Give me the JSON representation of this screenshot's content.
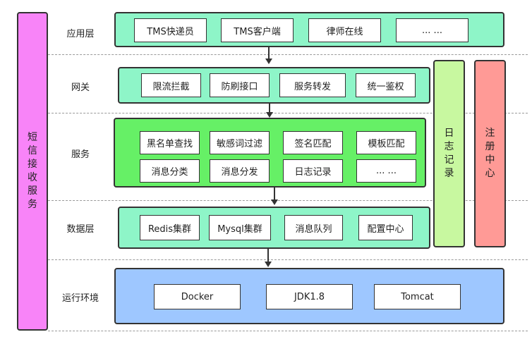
{
  "side_left": {
    "label": "短信接收服务",
    "color": "#f884f8"
  },
  "side_right": [
    {
      "label": "日志记录",
      "color": "#c8f8a0"
    },
    {
      "label": "注册中心",
      "color": "#ff9a96"
    }
  ],
  "layers": [
    {
      "label": "应用层",
      "color": "#8ef5c8",
      "items": [
        "TMS快递员",
        "TMS客户端",
        "律师在线",
        "... ..."
      ]
    },
    {
      "label": "网关",
      "color": "#8ef5c8",
      "items": [
        "限流拦截",
        "防刷接口",
        "服务转发",
        "统一鉴权"
      ]
    },
    {
      "label": "服务",
      "color": "#66f066",
      "items": [
        "黑名单查找",
        "敏感词过滤",
        "签名匹配",
        "模板匹配",
        "消息分类",
        "消息分发",
        "日志记录",
        "...  ..."
      ]
    },
    {
      "label": "数据层",
      "color": "#8ef5c8",
      "items": [
        "Redis集群",
        "Mysql集群",
        "消息队列",
        "配置中心"
      ]
    },
    {
      "label": "运行环境",
      "color": "#9ec7ff",
      "items": [
        "Docker",
        "JDK1.8",
        "Tomcat"
      ]
    }
  ]
}
